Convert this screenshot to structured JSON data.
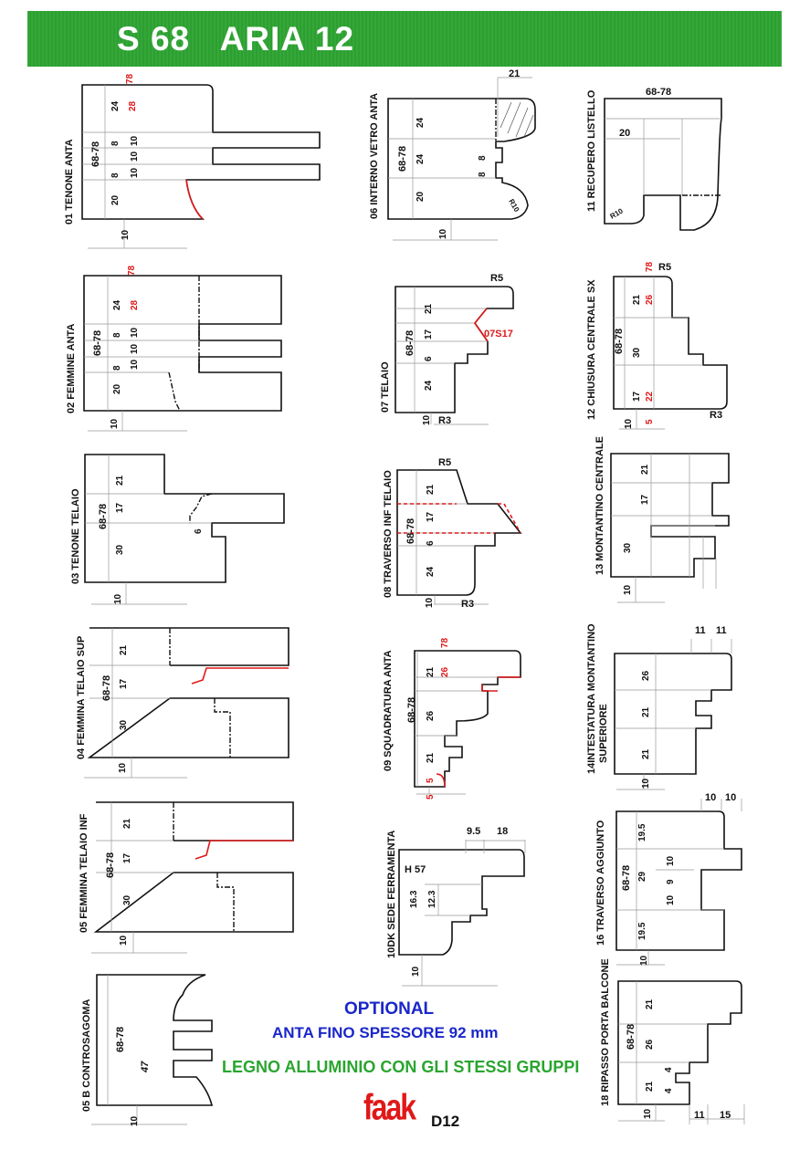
{
  "header": {
    "title": "S 68   ARIA 12"
  },
  "profiles": [
    {
      "label": "01 TENONE ANTA",
      "range": "68-78",
      "dims": [
        "24",
        "8",
        "8",
        "20"
      ],
      "dims_b": [
        "10",
        "10",
        "10"
      ],
      "red": [
        "78",
        "28"
      ],
      "bottom": "10"
    },
    {
      "label": "02 FEMMINE ANTA",
      "range": "68-78",
      "dims": [
        "24",
        "8",
        "8",
        "20"
      ],
      "dims_b": [
        "10",
        "10",
        "10"
      ],
      "red": [
        "78",
        "28"
      ],
      "bottom": "10"
    },
    {
      "label": "03 TENONE TELAIO",
      "range": "68-78",
      "dims": [
        "21",
        "17",
        "30"
      ],
      "extra": [
        "6"
      ],
      "bottom": "10"
    },
    {
      "label": "04 FEMMINA TELAIO SUP",
      "range": "68-78",
      "dims": [
        "21",
        "17",
        "30"
      ],
      "bottom": "10"
    },
    {
      "label": "05 FEMMINA TELAIO INF",
      "range": "68-78",
      "dims": [
        "21",
        "17",
        "30"
      ],
      "bottom": "10"
    },
    {
      "label": "05 B CONTROSAGOMA",
      "range": "68-78",
      "dims": [
        "47"
      ],
      "bottom": "10"
    },
    {
      "label": "06 INTERNO VETRO ANTA",
      "range": "68-78",
      "dims": [
        "24",
        "24",
        "20"
      ],
      "dims_b": [
        "8",
        "8"
      ],
      "top": "21",
      "radius": "R10",
      "bottom": "10"
    },
    {
      "label": "07 TELAIO",
      "range": "68-78",
      "dims": [
        "21",
        "17",
        "6",
        "24"
      ],
      "red_label": "07S17",
      "r_top": "R5",
      "r_bottom": "R3",
      "bottom": "10"
    },
    {
      "label": "08 TRAVERSO INF TELAIO",
      "range": "68-78",
      "dims": [
        "21",
        "17",
        "6",
        "24"
      ],
      "r_top": "R5",
      "r_bottom": "R3",
      "bottom": "10"
    },
    {
      "label": "09 SQUADRATURA ANTA",
      "range": "68-78",
      "dims": [
        "21",
        "26",
        "21"
      ],
      "red": [
        "78",
        "26",
        "5",
        "5"
      ]
    },
    {
      "label": "10DK SEDE FERRAMENTA",
      "dims": [
        "16.3",
        "12.3"
      ],
      "h": "H 57",
      "top_a": "9.5",
      "top_b": "18",
      "bottom": "10"
    },
    {
      "label": "11 RECUPERO LISTELLO",
      "range": "68-78",
      "dims": [
        "20"
      ],
      "radius": "R10"
    },
    {
      "label": "12 CHIUSURA CENTRALE SX",
      "range": "68-78",
      "dims": [
        "21",
        "30",
        "17"
      ],
      "red": [
        "78",
        "26",
        "22",
        "5"
      ],
      "r_top": "R5",
      "r_bottom": "R3",
      "bottom": "10"
    },
    {
      "label": "13 MONTANTINO CENTRALE",
      "dims": [
        "21",
        "17",
        "30"
      ],
      "bottom": "10"
    },
    {
      "label": "14INTESTATURA MONTANTINO",
      "label2": "SUPERIORE",
      "dims": [
        "26",
        "21",
        "21"
      ],
      "top_a": "11",
      "top_b": "11",
      "bottom": "10"
    },
    {
      "label": "16 TRAVERSO AGGIUNTO",
      "range": "68-78",
      "dims": [
        "19.5",
        "29",
        "19.5"
      ],
      "dims_b": [
        "10",
        "9",
        "10"
      ],
      "top_a": "10",
      "top_b": "10",
      "bottom": "10"
    },
    {
      "label": "18 RIPASSO PORTA BALCONE",
      "range": "68-78",
      "dims": [
        "21",
        "26",
        "21"
      ],
      "dims_b": [
        "4",
        "4"
      ],
      "bot_a": "11",
      "bot_b": "15",
      "bottom": "10"
    }
  ],
  "footer": {
    "optional": "OPTIONAL",
    "anta": "ANTA FINO SPESSORE 92 mm",
    "legno": "LEGNO ALLUMINIO CON GLI STESSI GRUPPI",
    "logo": "faak",
    "code": "D12"
  },
  "colors": {
    "header": "#33a837",
    "blue": "#1a27c9",
    "green": "#2aa52f",
    "red": "#e01818"
  }
}
